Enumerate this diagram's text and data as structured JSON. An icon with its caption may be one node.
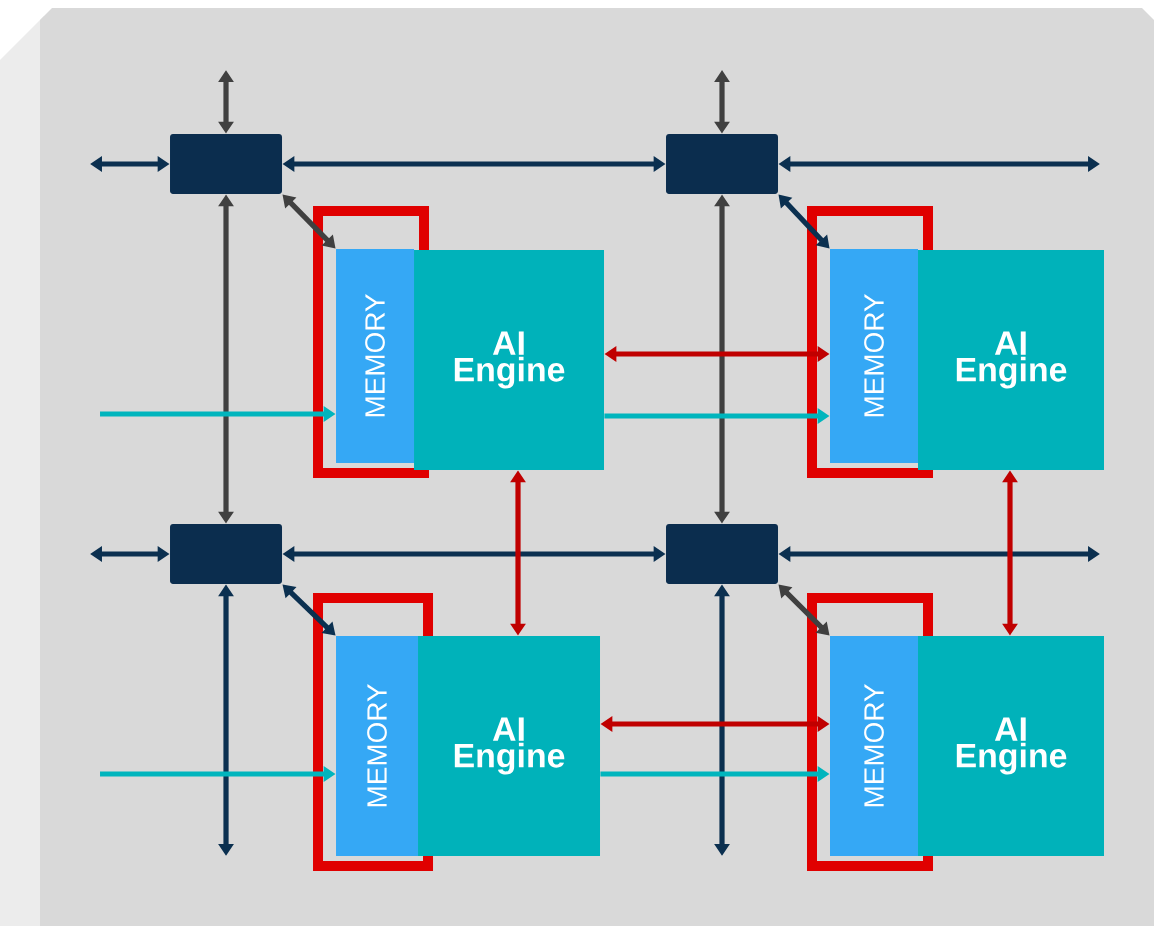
{
  "diagram": {
    "nodes": [
      {
        "text": [],
        "shape": "box"
      },
      {
        "text": [],
        "shape": "box"
      },
      {
        "text": [],
        "shape": "box"
      },
      {
        "text": [],
        "shape": "box"
      },
      {
        "text": [
          "MEMORY"
        ]
      },
      {
        "text": [
          "AI Engine"
        ]
      },
      {
        "text": [
          "MEMORY"
        ]
      },
      {
        "text": [
          "AI Engine"
        ]
      },
      {
        "text": [
          "MEMORY"
        ]
      },
      {
        "text": [
          "AI Engine"
        ]
      },
      {
        "text": [
          "MEMORY"
        ]
      },
      {
        "text": [
          "AI Engine"
        ]
      }
    ],
    "edges": [
      {
        "from": 0,
        "to": null,
        "arrow": "both",
        "color": "#404040"
      },
      {
        "from": 0,
        "to": null,
        "arrow": "both"
      },
      {
        "from": 0,
        "to": 1,
        "arrow": "both"
      },
      {
        "from": 0,
        "to": 4,
        "arrow": "both",
        "color": "#404040"
      },
      {
        "from": 0,
        "to": 2,
        "arrow": "both",
        "color": "#404040"
      },
      {
        "from": 1,
        "to": null,
        "arrow": "both",
        "color": "#404040"
      },
      {
        "from": 1,
        "to": null,
        "arrow": "both"
      },
      {
        "from": 1,
        "to": 6,
        "arrow": "both"
      },
      {
        "from": 1,
        "to": 3,
        "arrow": "both",
        "color": "#404040"
      },
      {
        "from": 2,
        "to": null,
        "arrow": "both"
      },
      {
        "from": 2,
        "to": 3,
        "arrow": "both"
      },
      {
        "from": 2,
        "to": 8,
        "arrow": "both"
      },
      {
        "from": 2,
        "to": null,
        "arrow": "both"
      },
      {
        "from": 3,
        "to": null,
        "arrow": "both"
      },
      {
        "from": 3,
        "to": 10,
        "arrow": "both",
        "color": "#404040"
      },
      {
        "from": 3,
        "to": null,
        "arrow": "both"
      },
      {
        "from": null,
        "to": 4,
        "arrow": "to",
        "color": "#00b5bd"
      },
      {
        "from": 5,
        "to": 6,
        "arrow": "to",
        "color": "#00b5bd"
      },
      {
        "from": null,
        "to": 8,
        "arrow": "to",
        "color": "#00b5bd"
      },
      {
        "from": 9,
        "to": 10,
        "arrow": "to",
        "color": "#00b5bd"
      },
      {
        "from": 5,
        "to": 6,
        "arrow": "both",
        "color": "#c00000"
      },
      {
        "from": 9,
        "to": 10,
        "arrow": "both",
        "color": "#c00000"
      },
      {
        "from": 5,
        "to": 9,
        "arrow": "both",
        "color": "#c00000"
      },
      {
        "from": 7,
        "to": 11,
        "arrow": "both",
        "color": "#c00000"
      }
    ]
  }
}
